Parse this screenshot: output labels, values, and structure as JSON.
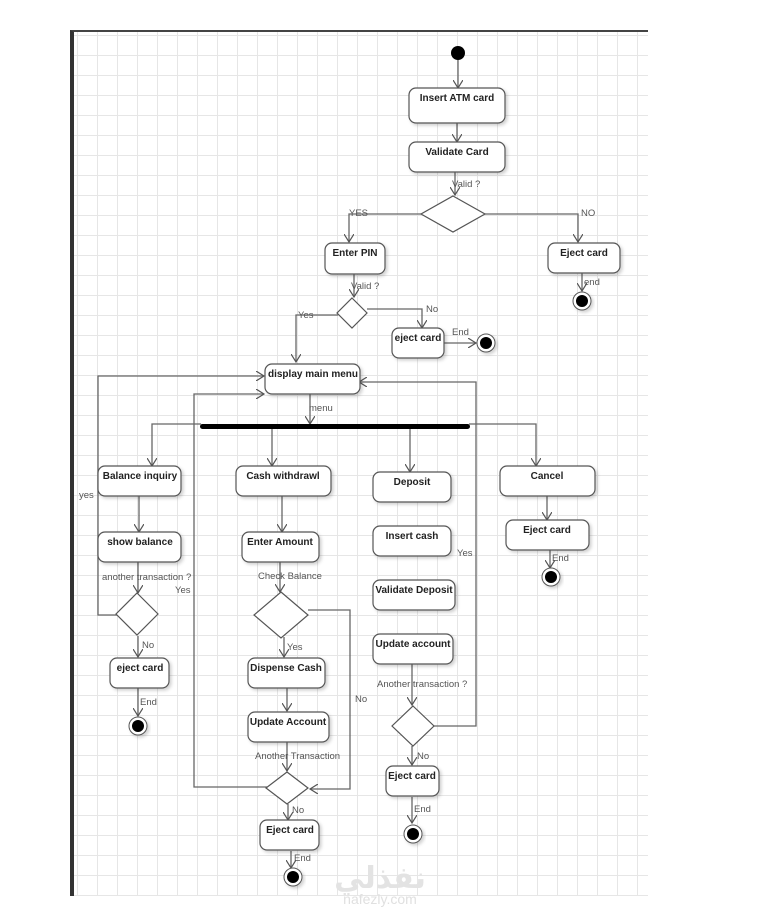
{
  "diagram": {
    "type": "UML activity diagram",
    "subject": "ATM",
    "nodes": {
      "insert_atm_card": "Insert ATM card",
      "validate_card": "Validate Card",
      "enter_pin": "Enter PIN",
      "eject_card_invalid_card": "Eject card",
      "eject_card_invalid_pin": "eject card",
      "display_main_menu": "display main menu",
      "balance_inquiry": "Balance inquiry",
      "show_balance": "show balance",
      "eject_card_balance": "eject card",
      "cash_withdrawl": "Cash withdrawl",
      "enter_amount": "Enter Amount",
      "dispense_cash": "Dispense Cash",
      "update_account_withdraw": "Update Account",
      "eject_card_withdraw": "Eject card",
      "deposit": "Deposit",
      "insert_cash": "Insert cash",
      "validate_deposit": "Validate Deposit",
      "update_account_deposit": "Update account",
      "eject_card_deposit": "Eject card",
      "cancel": "Cancel",
      "eject_card_cancel": "Eject card"
    },
    "labels": {
      "valid_card": "Valid ?",
      "yes_card": "YES",
      "no_card": "NO",
      "end_card": "end",
      "valid_pin": "Valid ?",
      "yes_pin": "Yes",
      "no_pin": "No",
      "end_pin": "End",
      "menu": "menu",
      "balance_yes": "yes",
      "balance_question": "another transaction ?",
      "balance_no": "No",
      "balance_end": "End",
      "withdraw_yes_loop": "Yes",
      "check_balance": "Check Balance",
      "check_yes": "Yes",
      "check_no": "No",
      "withdraw_question": "Another Transaction",
      "withdraw_no": "No",
      "withdraw_end": "End",
      "deposit_yes": "Yes",
      "deposit_question": "Another transaction ?",
      "deposit_no": "No",
      "deposit_end": "End",
      "cancel_end": "End"
    }
  },
  "watermark": {
    "arabic": "نفذلي",
    "latin": "nafezly.com"
  }
}
